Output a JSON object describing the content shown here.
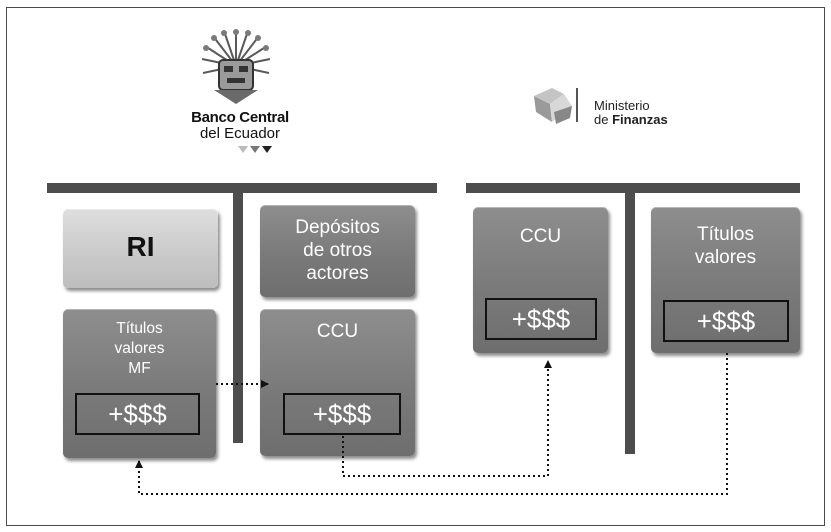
{
  "logos": {
    "bce": {
      "line1": "Banco Central",
      "line2": "del Ecuador"
    },
    "mf": {
      "line1": "Ministerio",
      "line2_prefix": "de ",
      "line2_bold": "Finanzas"
    }
  },
  "bce_panel": {
    "ri": "RI",
    "depositos": "Depósitos\nde otros\nactores",
    "titulos_mf": {
      "label": "Títulos\nvalores\nMF",
      "amount": "+$$$"
    },
    "ccu": {
      "label": "CCU",
      "amount": "+$$$"
    }
  },
  "mf_panel": {
    "ccu": {
      "label": "CCU",
      "amount": "+$$$"
    },
    "titulos": {
      "label": "Títulos\nvalores",
      "amount": "+$$$"
    }
  }
}
